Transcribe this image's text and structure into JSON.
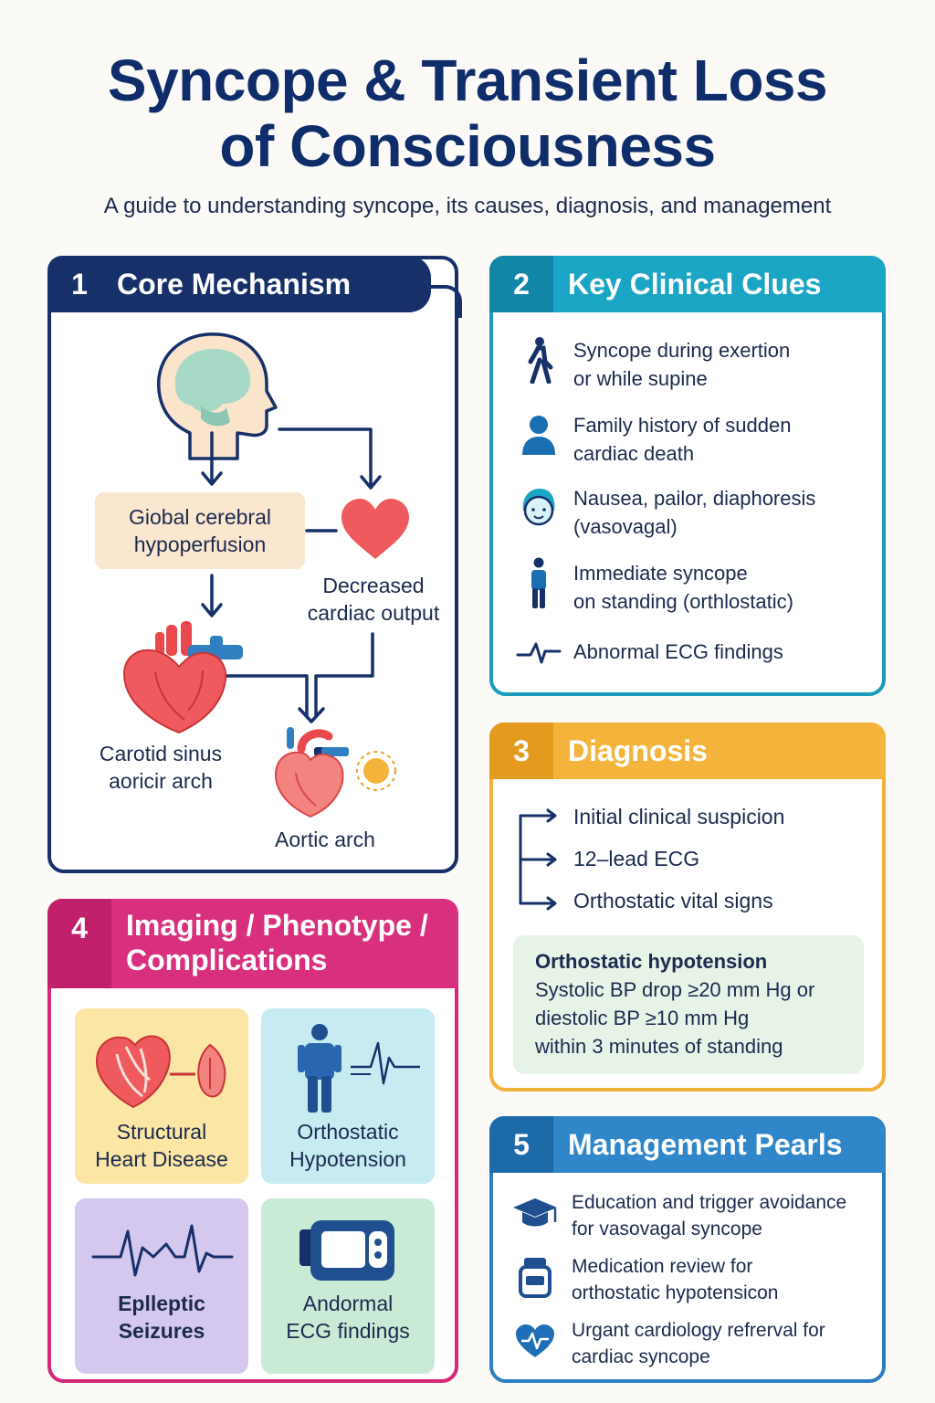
{
  "header": {
    "title_line1": "Syncope & Transient Loss",
    "title_line2": "of Consciousness",
    "subtitle": "A guide to understanding syncope, its causes, diagnosis, and management"
  },
  "core_mechanism": {
    "number": "1",
    "title": "Core Mechanism",
    "hypoperfusion_line1": "Giobal cerebral",
    "hypoperfusion_line2": "hypoperfusion",
    "cardiac_output_line1": "Decreased",
    "cardiac_output_line2": "cardiac output",
    "carotid_line1": "Carotid sinus",
    "carotid_line2": "aoricir arch",
    "aortic_arch": "Aortic arch"
  },
  "clinical_clues": {
    "number": "2",
    "title": "Key Clinical Clues",
    "items": [
      {
        "line1": "Syncope during exertion",
        "line2": "or while supine",
        "icon": "walking-person-icon"
      },
      {
        "line1": "Family history of sudden",
        "line2": "cardiac death",
        "icon": "person-bust-icon"
      },
      {
        "line1": "Nausea, pailor, diaphoresis",
        "line2": "(vasovagal)",
        "icon": "face-icon"
      },
      {
        "line1": "Immediate syncope",
        "line2": "on standing (orthlostatic)",
        "icon": "standing-person-icon"
      },
      {
        "line1": "Abnormal ECG findings",
        "line2": "",
        "icon": "ecg-wave-icon"
      }
    ]
  },
  "diagnosis": {
    "number": "3",
    "title": "Diagnosis",
    "steps": [
      "Initial clinical suspicion",
      "12–lead ECG",
      "Orthostatic vital signs"
    ],
    "orthostatic": {
      "title": "Orthostatic hypotension",
      "line1": "Systolic BP drop ≥20 mm Hg or",
      "line2": "diestolic BP ≥10 mm Hg",
      "line3": "within 3 minutes of standing"
    }
  },
  "imaging": {
    "number": "4",
    "title_line1": "Imaging / Phenotype /",
    "title_line2": "Complications",
    "tiles": [
      {
        "line1": "Structural",
        "line2": "Heart Disease",
        "color": "#fbe6a6"
      },
      {
        "line1": "Orthostatic",
        "line2": "Hypotension",
        "color": "#c6ecf2"
      },
      {
        "line1": "Eplleptic",
        "line2": "Seizures",
        "color": "#d5c8ee"
      },
      {
        "line1": "Andormal",
        "line2": "ECG findings",
        "color": "#c9ebd6"
      }
    ]
  },
  "management": {
    "number": "5",
    "title": "Management Pearls",
    "items": [
      {
        "line1": "Education and trigger avoidance",
        "line2": "for vasovagal syncope",
        "icon": "graduation-cap-icon"
      },
      {
        "line1": "Medication review for",
        "line2": "orthostatic hypotensicon",
        "icon": "pill-bottle-icon"
      },
      {
        "line1": "Urgant cardiology refrerval for",
        "line2": "cardiac syncope",
        "icon": "heart-ecg-icon"
      }
    ]
  },
  "colors": {
    "navy": "#17306a",
    "teal": "#1aa5c4",
    "amber": "#f4b43c",
    "magenta": "#d8307e",
    "blue": "#2f86c9"
  }
}
